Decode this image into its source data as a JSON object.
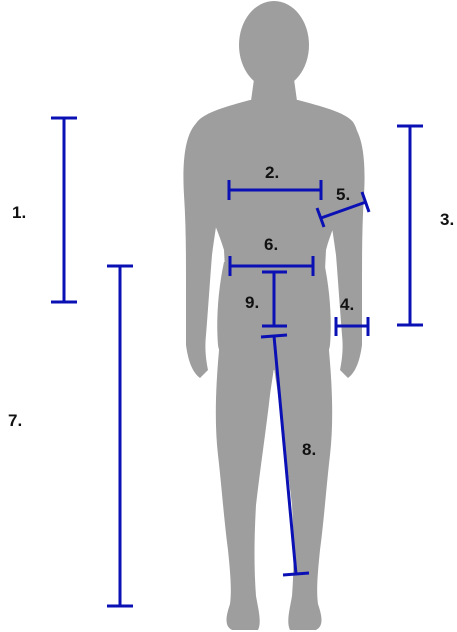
{
  "colors": {
    "figure": "#9e9e9e",
    "measure_line": "#0a10b4",
    "label": "#111111",
    "background": "#ffffff"
  },
  "labels": {
    "m1": "1.",
    "m2": "2.",
    "m3": "3.",
    "m4": "4.",
    "m5": "5.",
    "m6": "6.",
    "m7": "7.",
    "m8": "8.",
    "m9": "9."
  }
}
